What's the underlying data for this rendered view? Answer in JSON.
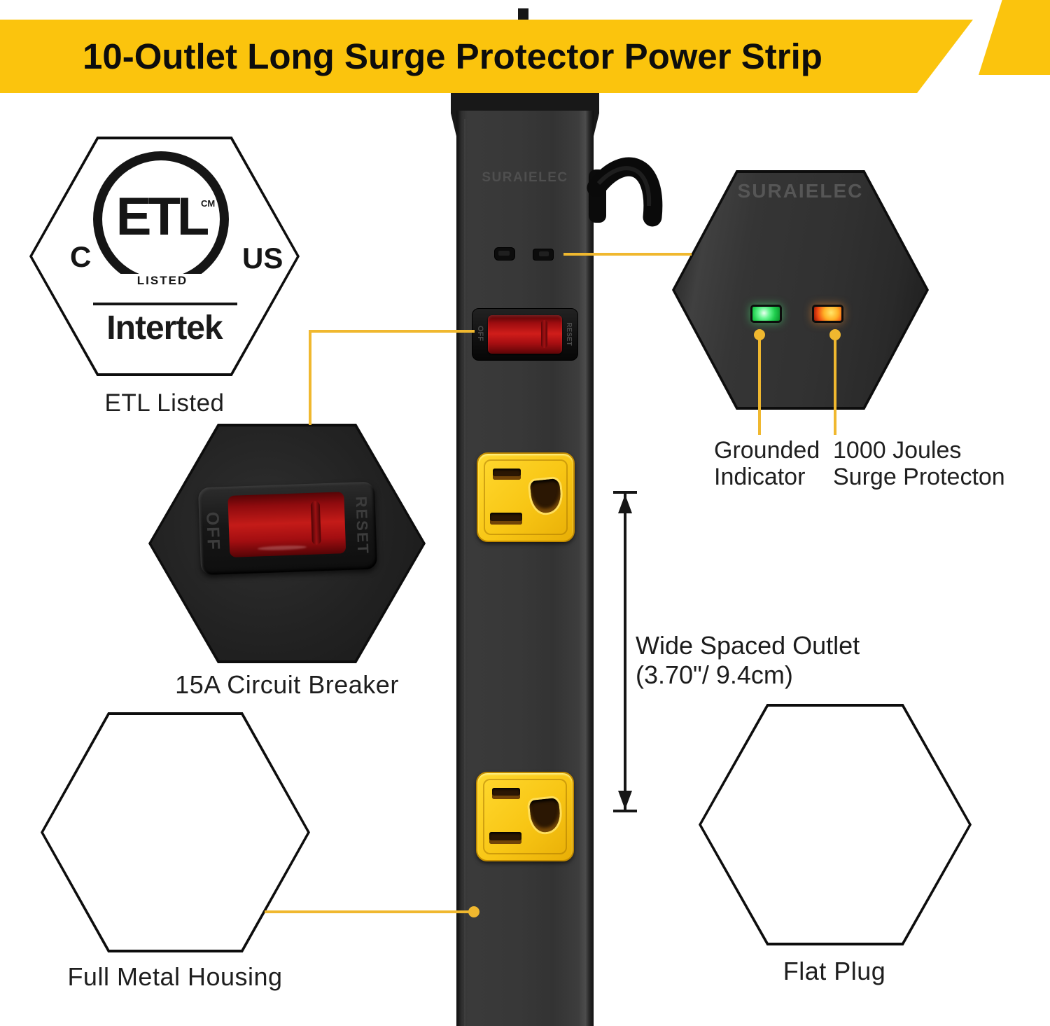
{
  "banner": {
    "title": "10-Outlet Long Surge Protector Power Strip"
  },
  "strip": {
    "brand": "SURAIELEC"
  },
  "callouts": {
    "etl": {
      "label": "ETL Listed",
      "mark": {
        "c": "C",
        "us": "US",
        "etl": "ETL",
        "cm": "CM",
        "listed": "LISTED",
        "intertek": "Intertek"
      }
    },
    "breaker": {
      "label": "15A Circuit Breaker",
      "off": "OFF",
      "reset": "RESET"
    },
    "housing": {
      "label": "Full Metal Housing"
    },
    "indicators": {
      "brand": "SURAIELEC",
      "green_label": "Grounded\nIndicator",
      "red_label": "1000 Joules\nSurge Protecton"
    },
    "plug": {
      "label": "Flat Plug"
    },
    "spacing": {
      "line1": "Wide Spaced Outlet",
      "line2": "(3.70\"/ 9.4cm)"
    }
  },
  "colors": {
    "banner_yellow": "#FBC40D",
    "callout_gold": "#F0B82F",
    "outlet_yellow": "#F7C91E",
    "rocker_red": "#C2151A",
    "grounded_light_green": "#2BD45C",
    "surge_light_orange": "#F4581B",
    "strip_body": "#343434"
  }
}
